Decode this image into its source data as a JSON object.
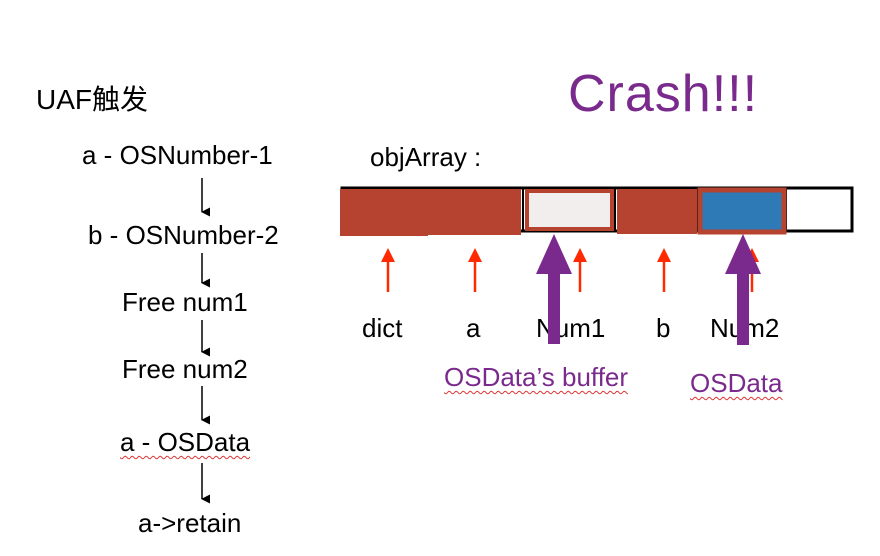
{
  "title": "UAF触发",
  "crash_text": "Crash!!!",
  "steps": [
    "a - OSNumber-1",
    "b - OSNumber-2",
    "Free num1",
    "Free num2",
    "a - OSData",
    "a->retain"
  ],
  "objarray_label": "objArray :",
  "slot_labels": [
    "dict",
    "a",
    "Num1",
    "b",
    "Num2"
  ],
  "buffer_label": "OSData’s buffer",
  "osdata_label": "OSData",
  "colors": {
    "block_red": "#b5432f",
    "block_blue": "#2e7ab6",
    "block_empty": "#f3eeee",
    "accent_purple": "#7a2a8c",
    "arrow_red": "#ff2a00"
  }
}
